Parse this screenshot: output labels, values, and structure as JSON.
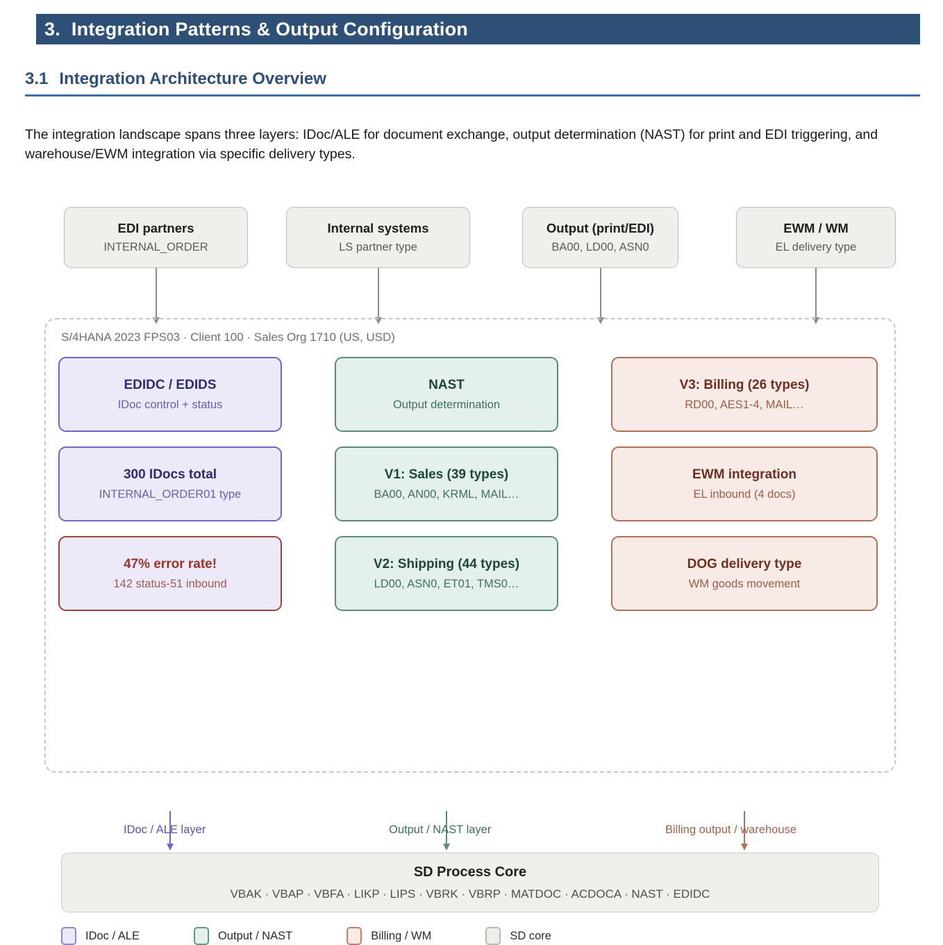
{
  "section": {
    "number": "3.",
    "title": "Integration Patterns & Output Configuration",
    "sub_number": "3.1",
    "sub_title": "Integration Architecture Overview",
    "intro": "The integration landscape spans three layers: IDoc/ALE for document exchange, output determination (NAST) for print and EDI triggering, and warehouse/EWM integration via specific delivery types."
  },
  "diagram": {
    "system_caption": "S/4HANA 2023 FPS03 · Client 100 · Sales Org 1710 (US, USD)",
    "external_sources": [
      {
        "title": "EDI partners",
        "subtitle": "INTERNAL_ORDER"
      },
      {
        "title": "Internal systems",
        "subtitle": "LS partner type"
      },
      {
        "title": "Output (print/EDI)",
        "subtitle": "BA00, LD00, ASN0"
      },
      {
        "title": "EWM / WM",
        "subtitle": "EL delivery type"
      }
    ],
    "columns": [
      {
        "name": "idoc-ale",
        "cards": [
          {
            "title": "EDIDC / EDIDS",
            "subtitle": "IDoc control + status",
            "style": "purple"
          },
          {
            "title": "300 IDocs total",
            "subtitle": "INTERNAL_ORDER01 type",
            "style": "purple"
          },
          {
            "title": "47% error rate!",
            "subtitle": "142 status-51 inbound",
            "style": "alert"
          }
        ],
        "layer_label": "IDoc / ALE layer"
      },
      {
        "name": "output-nast",
        "cards": [
          {
            "title": "NAST",
            "subtitle": "Output determination",
            "style": "green"
          },
          {
            "title": "V1: Sales (39 types)",
            "subtitle": "BA00, AN00, KRML, MAIL…",
            "style": "green"
          },
          {
            "title": "V2: Shipping (44 types)",
            "subtitle": "LD00, ASN0, ET01, TMS0…",
            "style": "green"
          }
        ],
        "layer_label": "Output / NAST layer"
      },
      {
        "name": "billing-wm",
        "cards": [
          {
            "title": "V3: Billing (26 types)",
            "subtitle": "RD00, AES1-4, MAIL…",
            "style": "red"
          },
          {
            "title": "EWM integration",
            "subtitle": "EL inbound (4 docs)",
            "style": "red"
          },
          {
            "title": "DOG delivery type",
            "subtitle": "WM goods movement",
            "style": "red"
          }
        ],
        "layer_label": "Billing output / warehouse"
      }
    ],
    "core": {
      "title": "SD Process Core",
      "tables": "VBAK · VBAP · VBFA · LIKP · LIPS · VBRK · VBRP · MATDOC · ACDOCA · NAST · EDIDC"
    },
    "legend": [
      {
        "label": "IDoc / ALE",
        "swatch": "purple"
      },
      {
        "label": "Output / NAST",
        "swatch": "green"
      },
      {
        "label": "Billing / WM",
        "swatch": "red"
      },
      {
        "label": "SD core",
        "swatch": "gray"
      }
    ]
  },
  "colors": {
    "header_bar": "#2e5077",
    "rule": "#3c6ea5",
    "purple_border": "#6f66c4",
    "purple_fill": "#eceaf8",
    "green_border": "#5c8c79",
    "green_fill": "#e4f0ea",
    "red_border": "#b2705a",
    "red_fill": "#f8ebe6",
    "alert_border": "#9e4238",
    "neutral_fill": "#f0efeb",
    "neutral_border": "#c9c8c2"
  }
}
